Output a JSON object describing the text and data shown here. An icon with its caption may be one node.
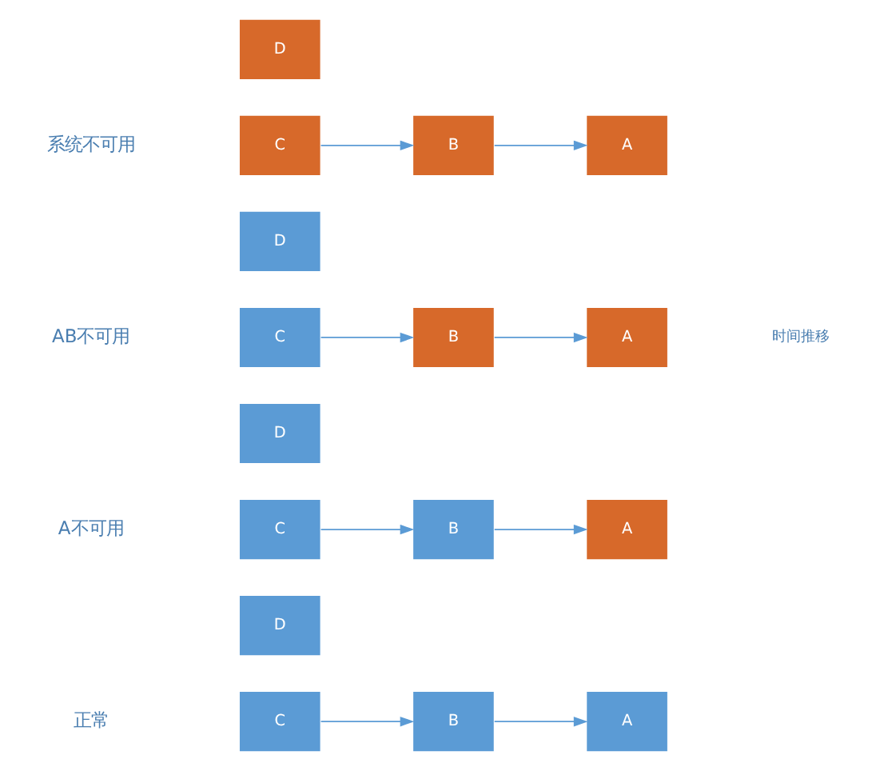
{
  "diagram": {
    "nodes": [
      {
        "text": [
          "C"
        ]
      },
      {
        "text": [
          "D"
        ]
      },
      {
        "text": [
          "B"
        ]
      },
      {
        "text": [
          "A"
        ]
      },
      {
        "text": [
          "C"
        ]
      },
      {
        "text": [
          "D"
        ]
      },
      {
        "text": [
          "B"
        ]
      },
      {
        "text": [
          "A"
        ]
      },
      {
        "text": [
          "C"
        ]
      },
      {
        "text": [
          "D"
        ]
      },
      {
        "text": [
          "B"
        ]
      },
      {
        "text": [
          "A"
        ]
      },
      {
        "text": [
          "C"
        ]
      },
      {
        "text": [
          "D"
        ]
      },
      {
        "text": [
          "B"
        ]
      },
      {
        "text": [
          "A"
        ]
      }
    ],
    "edges": [
      {
        "from": 0,
        "to": 2,
        "arrow": "to"
      },
      {
        "from": 2,
        "to": 3,
        "arrow": "to"
      },
      {
        "from": 4,
        "to": 6,
        "arrow": "to"
      },
      {
        "from": 6,
        "to": 7,
        "arrow": "to"
      },
      {
        "from": 8,
        "to": 10,
        "arrow": "to"
      },
      {
        "from": 10,
        "to": 11,
        "arrow": "to"
      },
      {
        "from": 12,
        "to": 14,
        "arrow": "to"
      },
      {
        "from": 14,
        "to": 15,
        "arrow": "to"
      }
    ],
    "labels": [
      "正常",
      "A不可用",
      "AB不可用",
      "系统不可用",
      "时间推移"
    ]
  }
}
